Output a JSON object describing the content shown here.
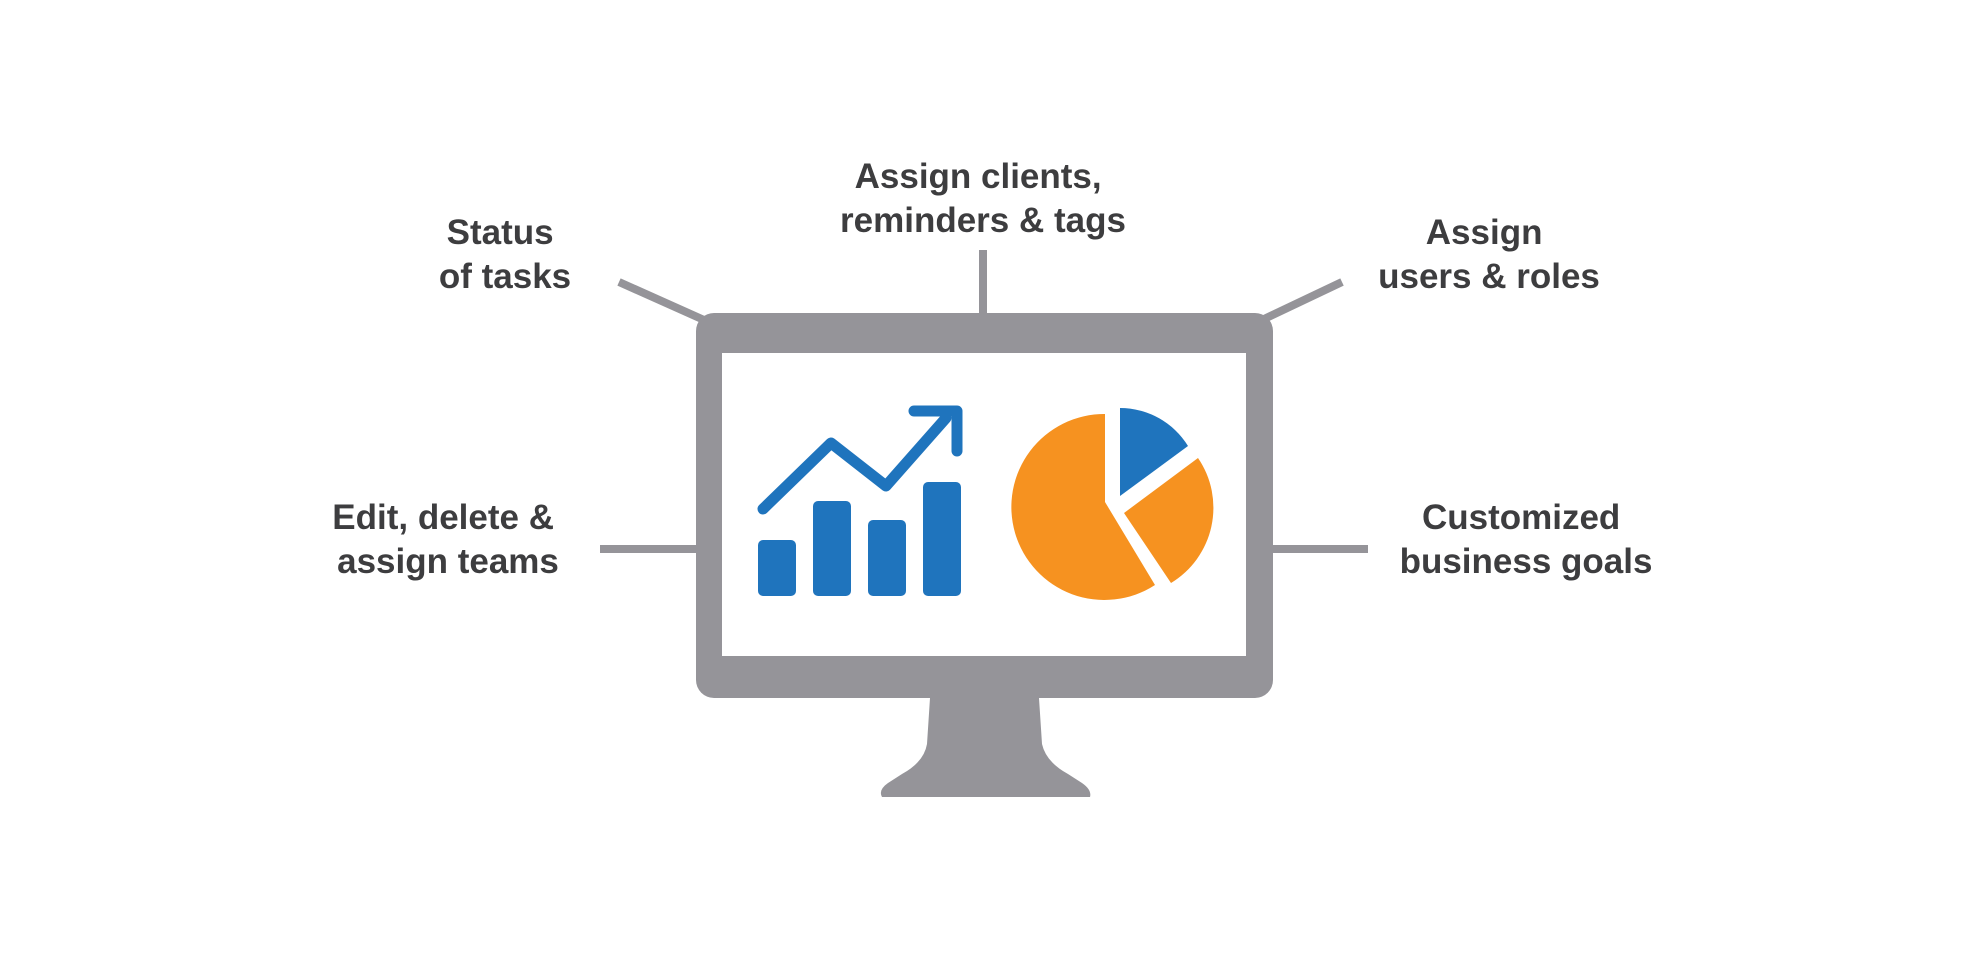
{
  "colors": {
    "monitor": "#959499",
    "screen": "#ffffff",
    "text": "#3d3d3f",
    "chart_blue": "#1f74bd",
    "chart_orange": "#f69220",
    "connector": "#959499"
  },
  "icons": [
    "monitor-icon",
    "bar-chart-trend-icon",
    "pie-chart-icon"
  ],
  "features": {
    "top_center": {
      "line1": "Assign clients,",
      "line2": "reminders & tags"
    },
    "top_left": {
      "line1": "Status",
      "line2": "of tasks"
    },
    "top_right": {
      "line1": "Assign",
      "line2": "users & roles"
    },
    "mid_left": {
      "line1": "Edit, delete &",
      "line2": "assign teams"
    },
    "mid_right": {
      "line1": "Customized",
      "line2": "business goals"
    }
  }
}
